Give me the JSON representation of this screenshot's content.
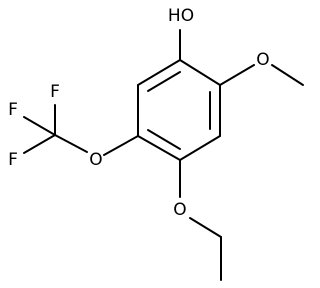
{
  "molecule": {
    "labels": {
      "hydroxyl": "HO",
      "methoxy_oxygen": "O",
      "ethoxy_oxygen": "O",
      "trifluoromethoxy_oxygen": "O",
      "fluorine_top": "F",
      "fluorine_middle": "F",
      "fluorine_bottom": "F"
    }
  }
}
